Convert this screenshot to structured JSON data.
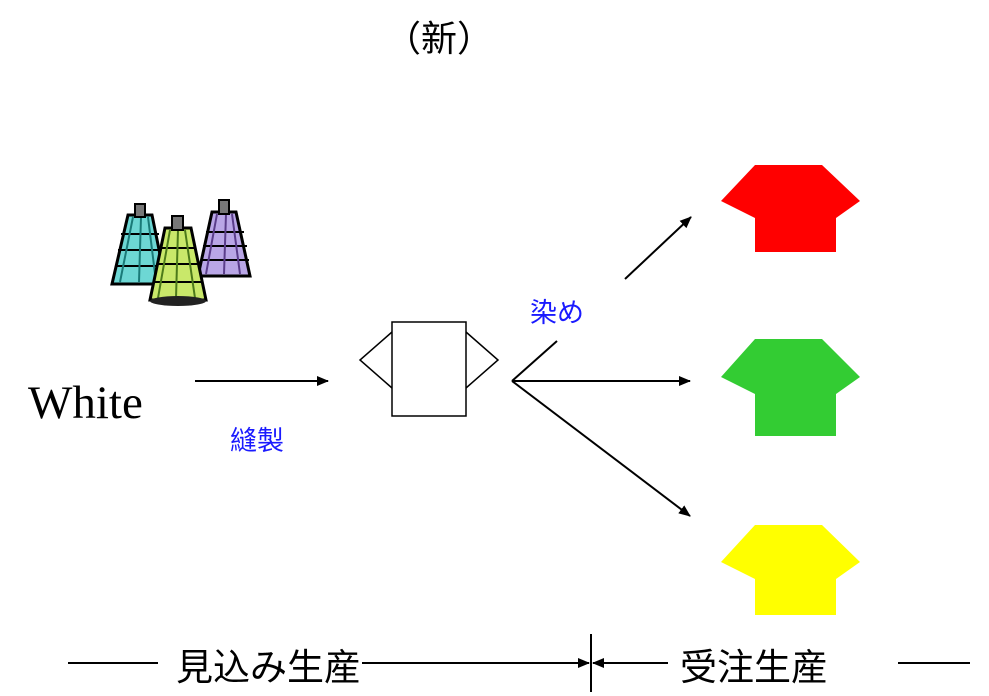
{
  "title": "（新）",
  "labels": {
    "white": "White",
    "sewing": "縫製",
    "dyeing": "染め",
    "make_to_stock": "見込み生産",
    "make_to_order": "受注生産"
  },
  "shirt_colors": {
    "red": "#ff0000",
    "green": "#33cc33",
    "yellow": "#ffff00"
  },
  "text_color_process": "#1a1aff",
  "icons": [
    "thread-spools-icon",
    "blank-tshirt-icon",
    "red-tshirt-icon",
    "green-tshirt-icon",
    "yellow-tshirt-icon"
  ]
}
